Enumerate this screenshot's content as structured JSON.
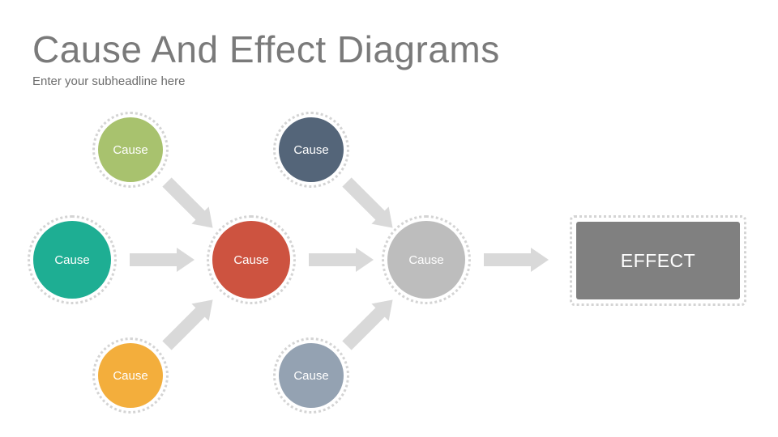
{
  "slide": {
    "title": "Cause And Effect Diagrams",
    "subtitle": "Enter your subheadline here"
  },
  "causes": [
    {
      "id": "top-left",
      "label": "Cause",
      "color": "#a8c26e"
    },
    {
      "id": "middle-left",
      "label": "Cause",
      "color": "#1eae93"
    },
    {
      "id": "bottom-left",
      "label": "Cause",
      "color": "#f3ae3c"
    },
    {
      "id": "center",
      "label": "Cause",
      "color": "#cd5340"
    },
    {
      "id": "top-right",
      "label": "Cause",
      "color": "#546579"
    },
    {
      "id": "bottom-right",
      "label": "Cause",
      "color": "#94a2b2"
    },
    {
      "id": "hub",
      "label": "Cause",
      "color": "#bdbdbd"
    }
  ],
  "effect": {
    "label": "EFFECT",
    "color": "#808080"
  },
  "arrow_color": "#d9d9d9",
  "ring_color": "#d4d4d4"
}
